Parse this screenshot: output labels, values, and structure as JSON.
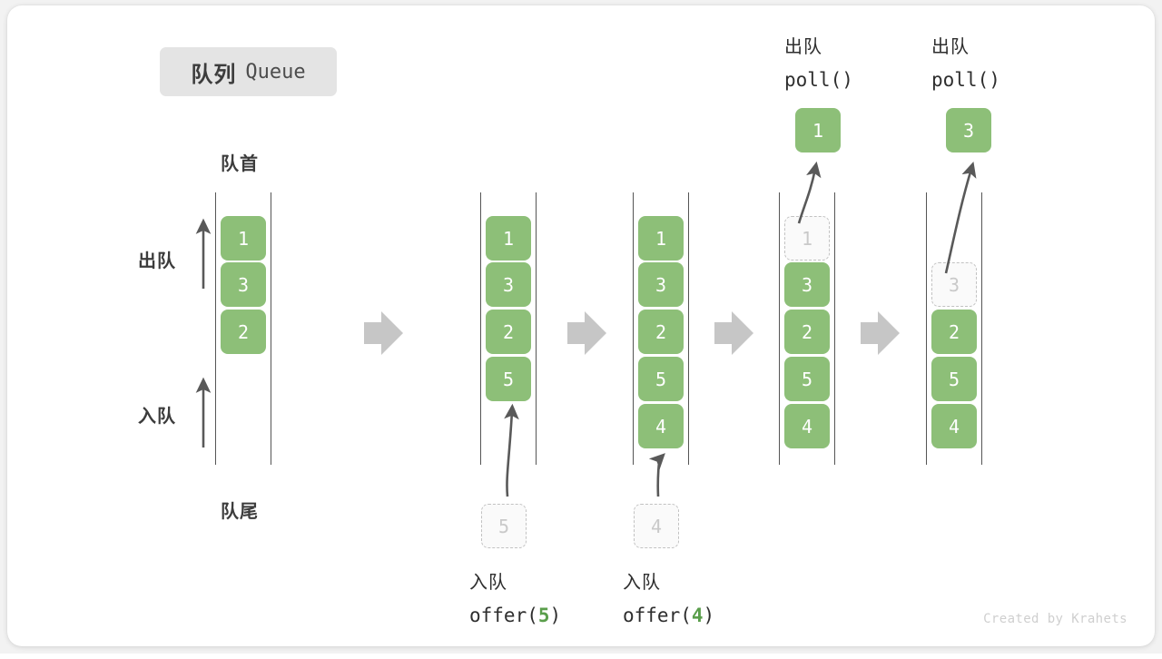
{
  "title": {
    "cn": "队列",
    "en": "Queue"
  },
  "labels": {
    "front": "队首",
    "rear": "队尾",
    "dequeue": "出队",
    "enqueue": "入队"
  },
  "colors": {
    "element": "#8dbf78",
    "ghost_border": "#c2c2c2",
    "ghost_text": "#c9c9c9",
    "rail": "#555555",
    "step_arrow": "#c6c6c6",
    "accent_text": "#5a9e4b",
    "badge_bg": "#e4e4e4",
    "card_bg": "#ffffff",
    "page_bg": "#f2f2f2"
  },
  "stages": [
    {
      "id": "stage-initial",
      "cells": [
        {
          "value": "1",
          "state": "filled"
        },
        {
          "value": "3",
          "state": "filled"
        },
        {
          "value": "2",
          "state": "filled"
        }
      ],
      "dequeue_label": "出队",
      "enqueue_label": "入队"
    },
    {
      "id": "stage-offer-5",
      "cells": [
        {
          "value": "1",
          "state": "filled"
        },
        {
          "value": "3",
          "state": "filled"
        },
        {
          "value": "2",
          "state": "filled"
        },
        {
          "value": "5",
          "state": "filled"
        }
      ],
      "pending": {
        "value": "5",
        "state": "ghost"
      },
      "caption": {
        "line1": "入队",
        "op": "offer(",
        "num": "5",
        "close": ")"
      }
    },
    {
      "id": "stage-offer-4",
      "cells": [
        {
          "value": "1",
          "state": "filled"
        },
        {
          "value": "3",
          "state": "filled"
        },
        {
          "value": "2",
          "state": "filled"
        },
        {
          "value": "5",
          "state": "filled"
        },
        {
          "value": "4",
          "state": "filled"
        }
      ],
      "pending": {
        "value": "4",
        "state": "ghost"
      },
      "caption": {
        "line1": "入队",
        "op": "offer(",
        "num": "4",
        "close": ")"
      }
    },
    {
      "id": "stage-poll-1",
      "cells": [
        {
          "value": "1",
          "state": "ghost"
        },
        {
          "value": "3",
          "state": "filled"
        },
        {
          "value": "2",
          "state": "filled"
        },
        {
          "value": "5",
          "state": "filled"
        },
        {
          "value": "4",
          "state": "filled"
        }
      ],
      "popped": {
        "value": "1",
        "state": "filled"
      },
      "caption": {
        "line1": "出队",
        "op": "poll()"
      }
    },
    {
      "id": "stage-poll-3",
      "cells": [
        {
          "value": "3",
          "state": "ghost"
        },
        {
          "value": "2",
          "state": "filled"
        },
        {
          "value": "5",
          "state": "filled"
        },
        {
          "value": "4",
          "state": "filled"
        }
      ],
      "popped": {
        "value": "3",
        "state": "filled"
      },
      "caption": {
        "line1": "出队",
        "op": "poll()"
      }
    }
  ],
  "credit": "Created by Krahets"
}
